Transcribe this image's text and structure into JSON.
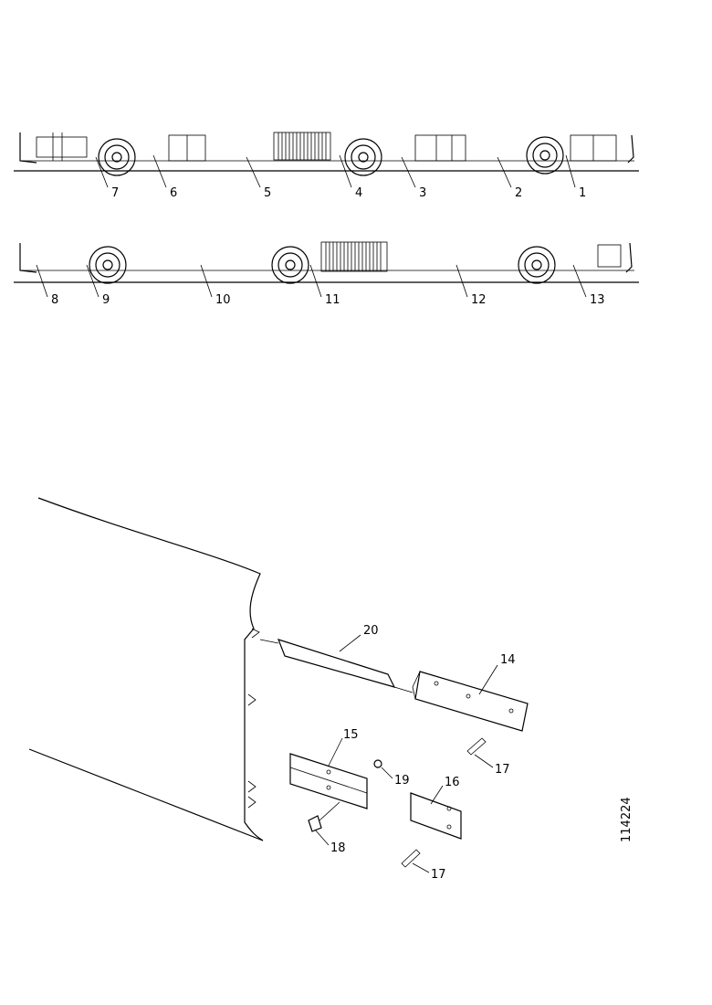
{
  "top_view_labels": [
    "1",
    "2",
    "3",
    "4",
    "5",
    "6",
    "7"
  ],
  "middle_view_labels": [
    "8",
    "9",
    "10",
    "11",
    "12",
    "13"
  ],
  "detail_labels": [
    "14",
    "15",
    "16",
    "17",
    "17",
    "18",
    "19",
    "20"
  ],
  "figure_number": "114224"
}
